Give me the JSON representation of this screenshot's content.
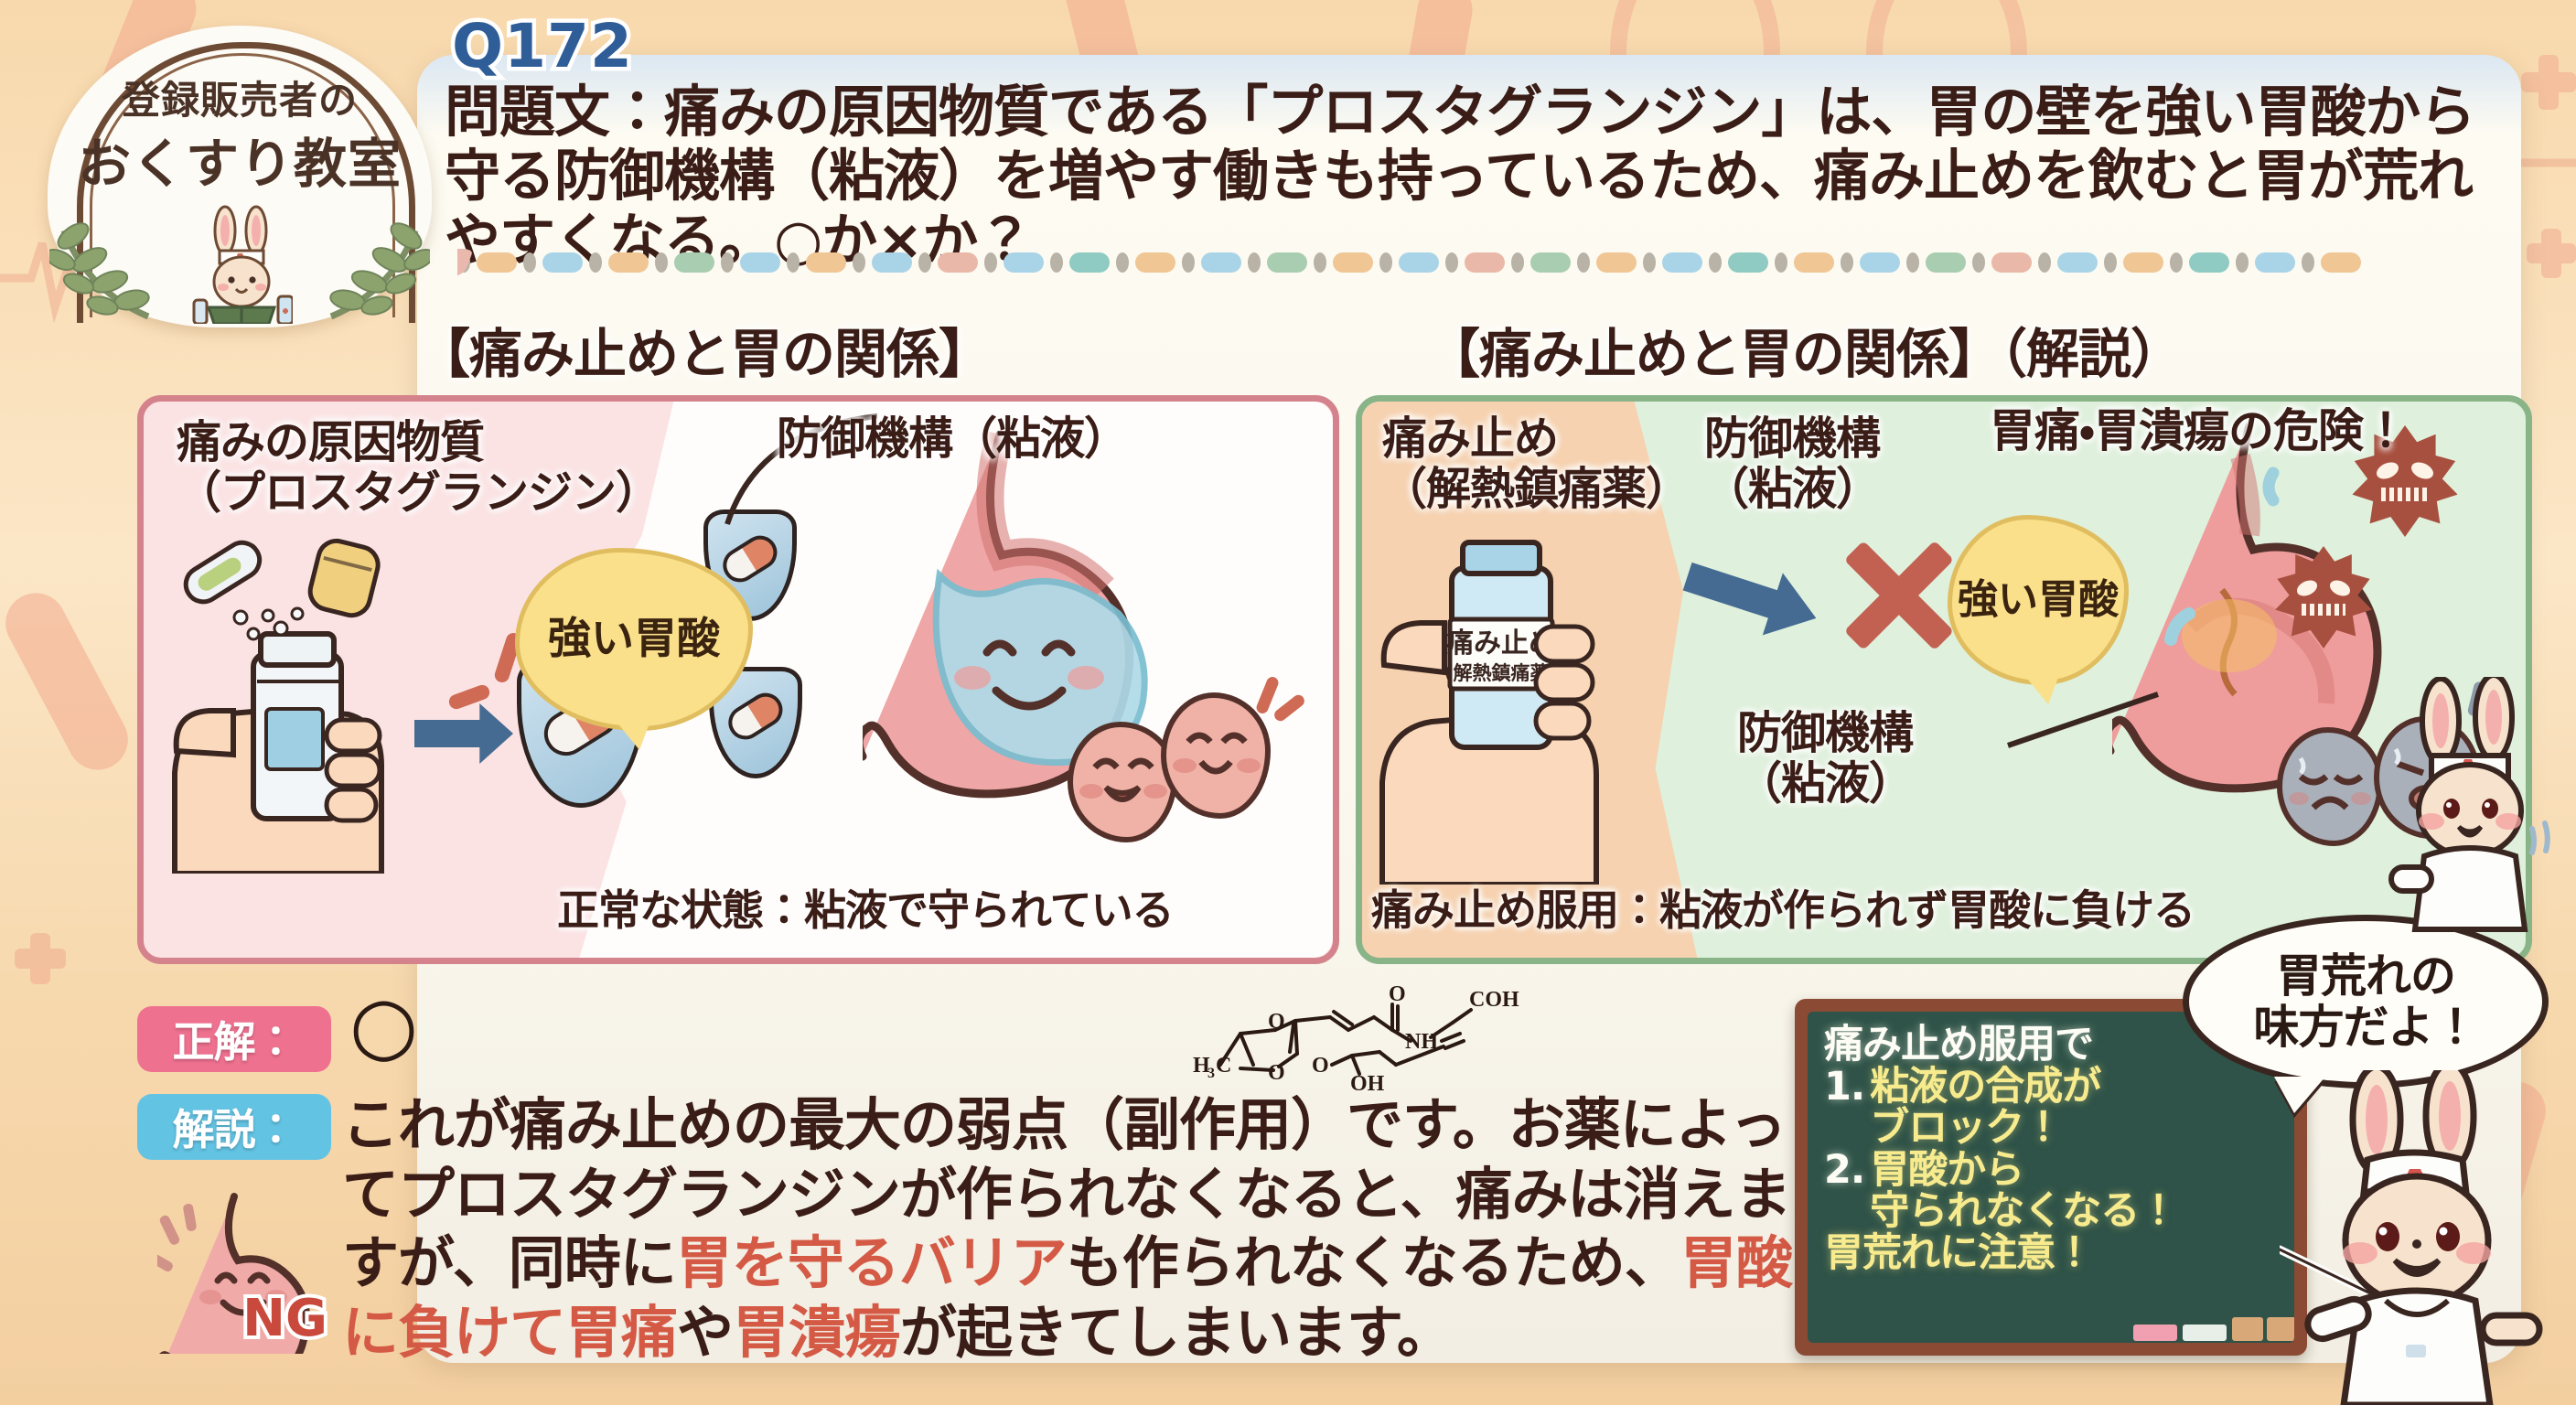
{
  "background": {
    "accent": "#f3a98e",
    "base": "#f8d9ad"
  },
  "logo": {
    "line1": "登録販売者の",
    "line2": "おくすり教室",
    "mascot": "nurse-rabbit"
  },
  "question": {
    "number": "Q172",
    "text": "問題文：痛みの原因物質である「プロスタグランジン」は、胃の壁を強い胃酸から守る防御機構（粘液）を増やす働きも持っているため、痛み止めを飲むと胃が荒れやすくなる。○か×か？"
  },
  "panels": {
    "left": {
      "header": "【痛み止めと胃の関係】",
      "label_cause_line1": "痛みの原因物質",
      "label_cause_line2": "（プロスタグランジン）",
      "label_defense": "防御機構（粘液）",
      "bubble_acid": "強い胃酸",
      "caption": "正常な状態：粘液で守られている",
      "bg_color": "#fbe3e4",
      "border_color": "#d4838c"
    },
    "right": {
      "header": "【痛み止めと胃の関係】（解説）",
      "label_painkiller_line1": "痛み止め",
      "label_painkiller_line2": "（解熱鎮痛薬）",
      "label_defense_line1": "防御機構",
      "label_defense_line2": "（粘液）",
      "label_defense2_line1": "防御機構",
      "label_defense2_line2": "（粘液）",
      "label_danger": "胃痛・胃潰瘍の危険！",
      "bubble_acid": "強い胃酸",
      "bottle_label_line1": "痛み止め",
      "bottle_label_line2": "(解熱鎮痛薬)",
      "caption": "痛み止め服用：粘液が作られず胃酸に負ける",
      "bg_color": "#dff0dc",
      "border_color": "#88b488"
    }
  },
  "answer": {
    "tag": "正解：",
    "value": "○",
    "tag_color": "#ef7190"
  },
  "explanation": {
    "tag": "解説：",
    "tag_color": "#63c3e3",
    "ng_badge": "NG",
    "highlight_color": "#d45a46",
    "segments": [
      {
        "t": "これが痛み止めの最大の弱点（副作用）です。お薬によってプロスタグランジンが作られなくなると、痛みは消えますが、同時に",
        "hl": false
      },
      {
        "t": "胃を守るバリア",
        "hl": true
      },
      {
        "t": "も作られなくなるため、",
        "hl": false
      },
      {
        "t": "胃酸に負けて胃痛",
        "hl": true
      },
      {
        "t": "や",
        "hl": false
      },
      {
        "t": "胃潰瘍",
        "hl": true
      },
      {
        "t": "が起きてしまいます。",
        "hl": false
      }
    ]
  },
  "chemical": {
    "labels": [
      "H",
      "3",
      "C",
      "O",
      "O",
      "O",
      "O",
      "NH",
      "COH",
      "OH"
    ]
  },
  "blackboard": {
    "title": "痛み止め服用で",
    "items": [
      {
        "num": "1.",
        "line1": "粘液の合成が",
        "line2": "ブロック！"
      },
      {
        "num": "2.",
        "line1": "胃酸から",
        "line2": "守られなくなる！"
      }
    ],
    "footer": "胃荒れに注意！",
    "board_color": "#2f5348",
    "frame_color": "#8a4a33"
  },
  "mascot_speech": {
    "line1": "胃荒れの",
    "line2": "味方だよ！"
  }
}
